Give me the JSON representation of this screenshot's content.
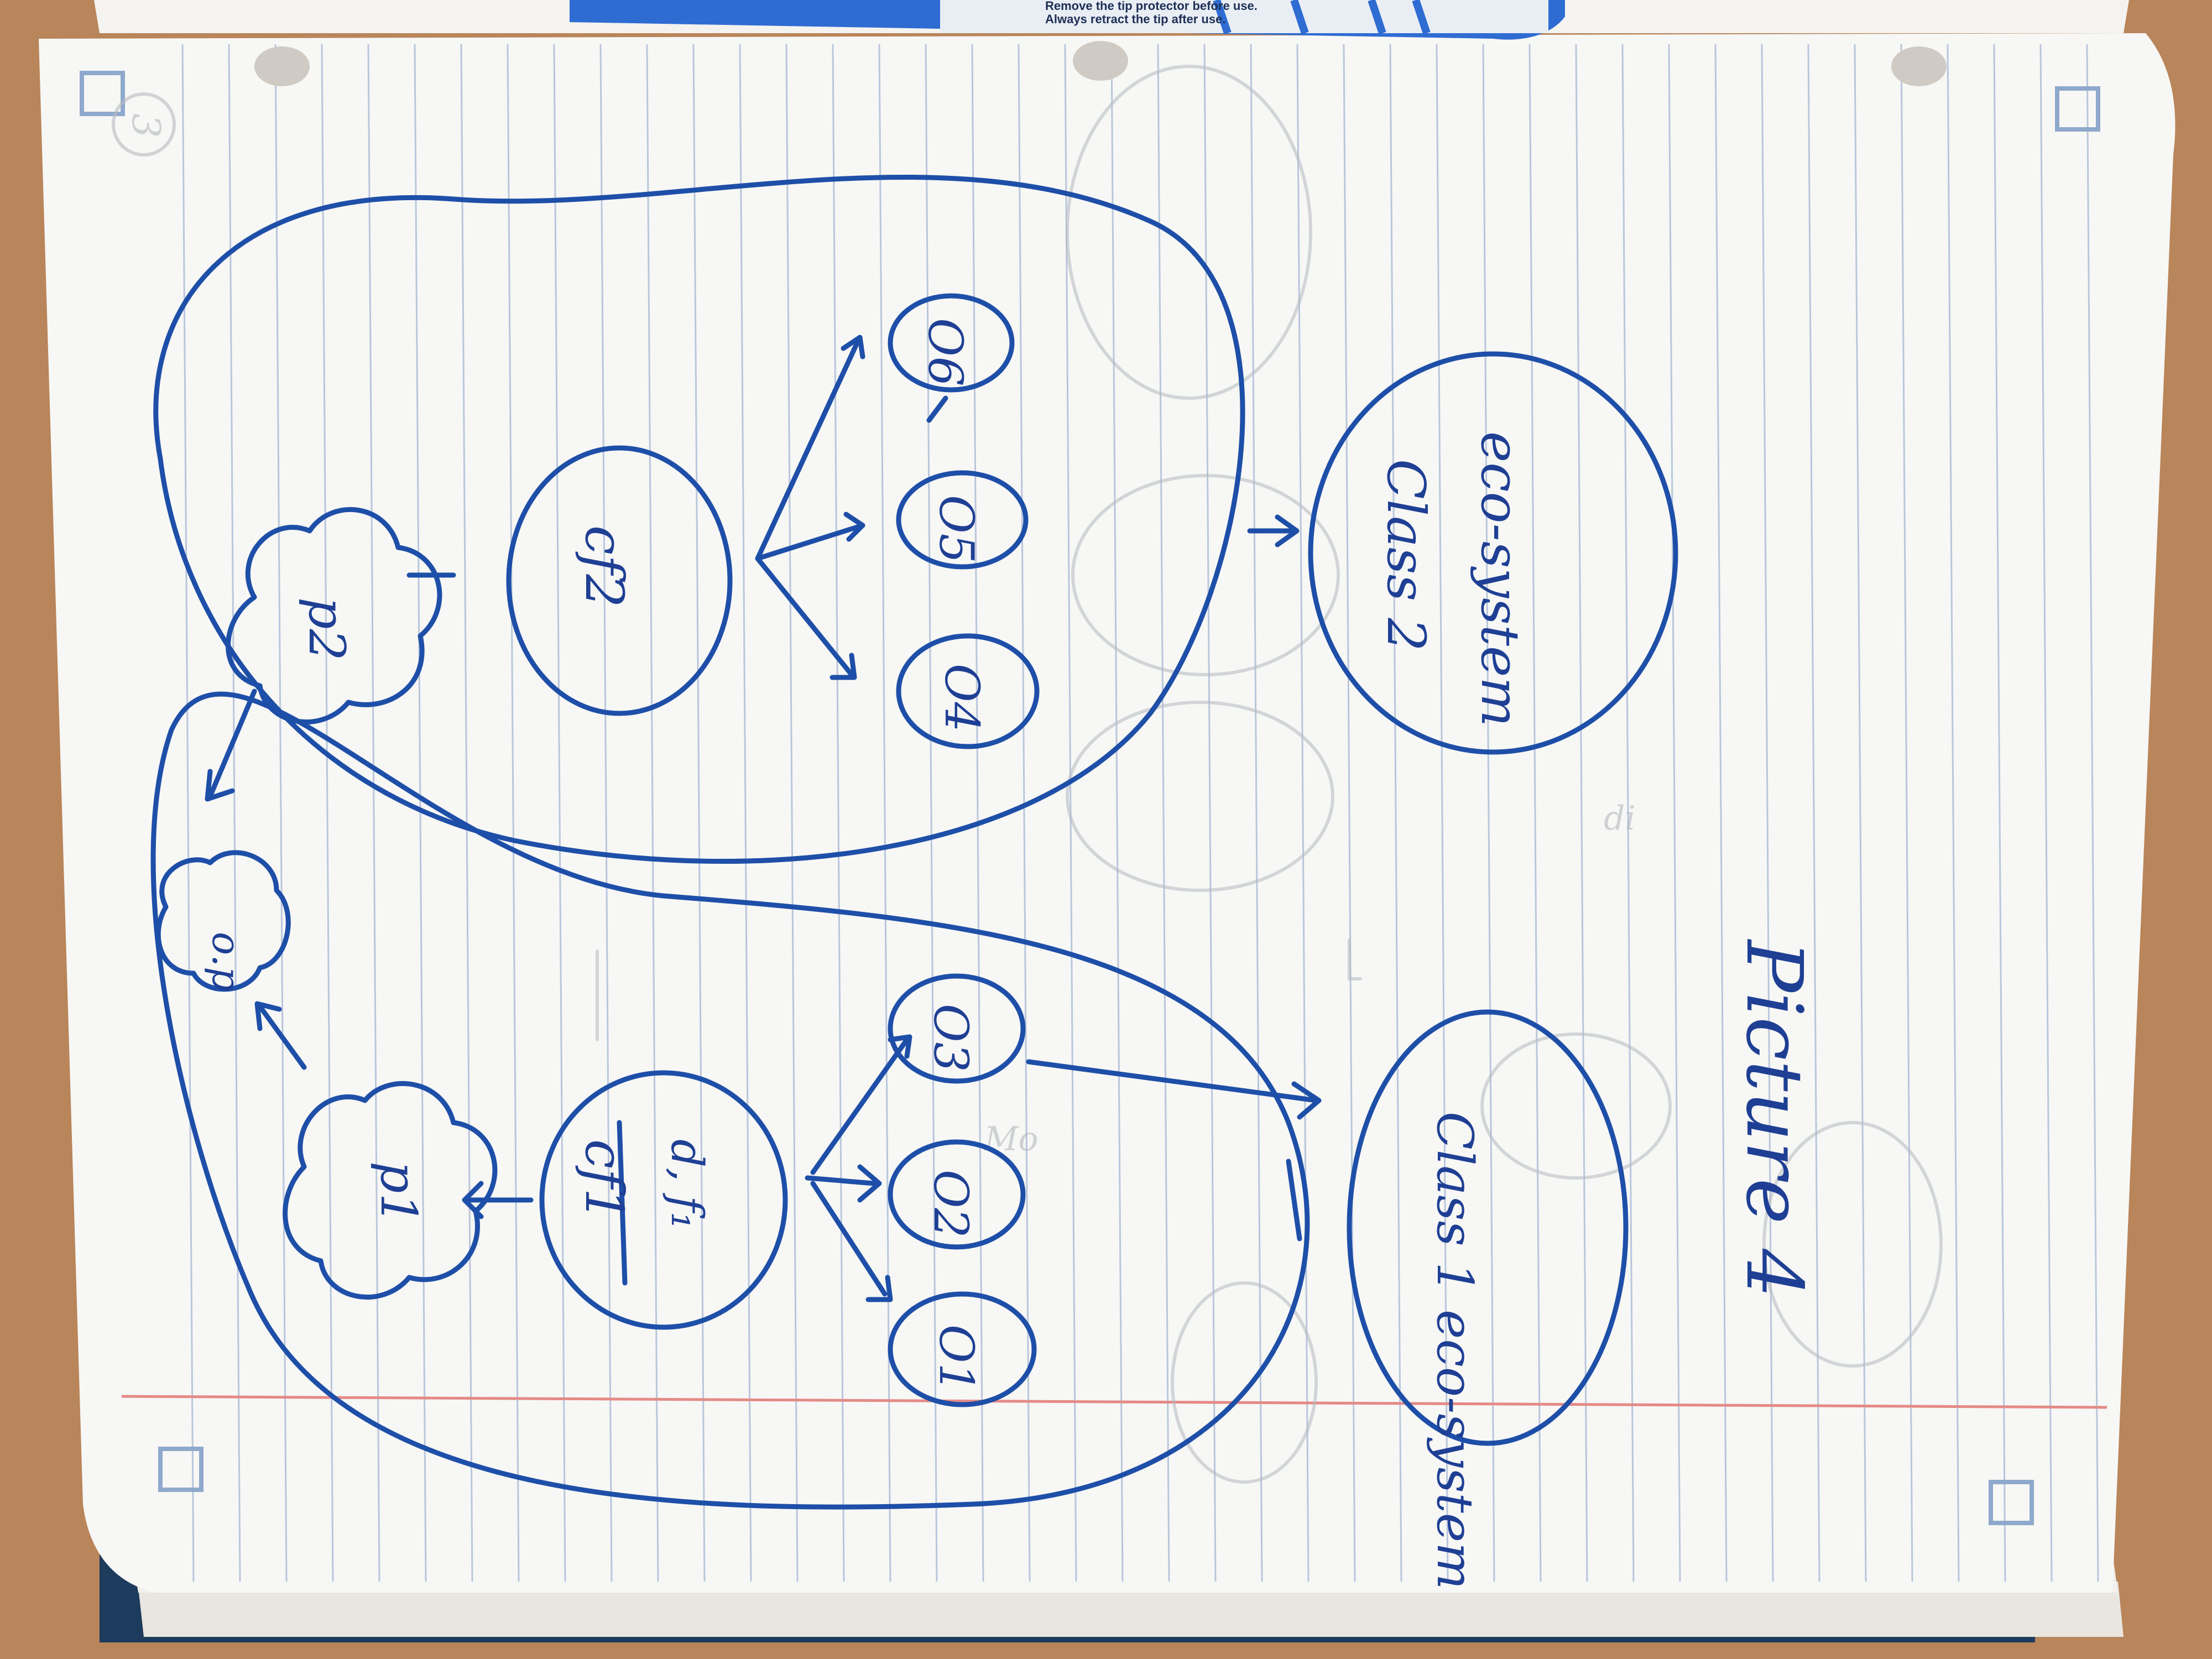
{
  "pen": {
    "tip_line1": "Remove the tip protector before use.",
    "tip_line2": "Always retract the tip after use."
  },
  "diagram": {
    "left_group": {
      "p_node": "p1",
      "cf_node_top": "cf1",
      "cf_node_bottom": "d, f₁",
      "o_nodes": [
        "O1",
        "O2",
        "O3"
      ],
      "system": "Class 1 eco-system"
    },
    "right_group": {
      "p_node": "p2",
      "cf_node": "cf2",
      "o_nodes": [
        "O4",
        "O5",
        "O6"
      ],
      "system_line1": "Class 2",
      "system_line2": "eco-system"
    },
    "shared_node": "o.p",
    "page_number": "3",
    "caption": "Picture 4"
  }
}
